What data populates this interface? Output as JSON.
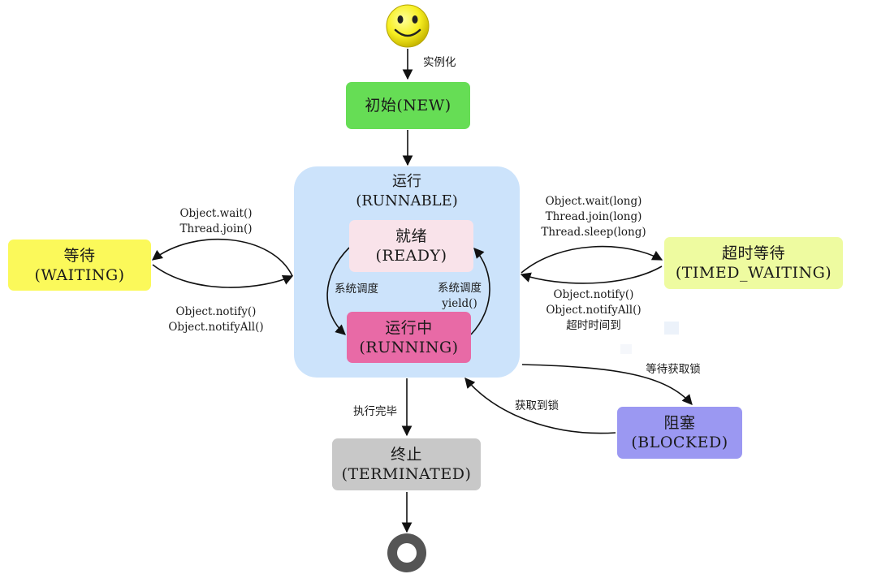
{
  "states": {
    "new": {
      "cn": "初始",
      "en": "(NEW)",
      "color": "#66dd55"
    },
    "runnable": {
      "cn": "运行",
      "en": "(RUNNABLE)",
      "color": "#cce3fb"
    },
    "ready": {
      "cn": "就绪",
      "en": "(READY)",
      "color": "#f9e3ea"
    },
    "running": {
      "cn": "运行中",
      "en": "(RUNNING)",
      "color": "#e86aa6"
    },
    "waiting": {
      "cn": "等待",
      "en": "(WAITING)",
      "color": "#fbf95a"
    },
    "timed_waiting": {
      "cn": "超时等待",
      "en": "(TIMED_WAITING)",
      "color": "#eefba0"
    },
    "blocked": {
      "cn": "阻塞",
      "en": "(BLOCKED)",
      "color": "#9b98f2"
    },
    "terminated": {
      "cn": "终止",
      "en": "(TERMINATED)",
      "color": "#c8c8c8"
    }
  },
  "edges": {
    "instantiate": "实例化",
    "to_waiting": [
      "Object.wait()",
      "Thread.join()"
    ],
    "from_waiting": [
      "Object.notify()",
      "Object.notifyAll()"
    ],
    "to_timed_waiting": [
      "Object.wait(long)",
      "Thread.join(long)",
      "Thread.sleep(long)"
    ],
    "from_timed_waiting": [
      "Object.notify()",
      "Object.notifyAll()",
      "超时时间到"
    ],
    "ready_to_running": "系统调度",
    "running_to_ready": [
      "系统调度",
      "yield()"
    ],
    "wait_lock": "等待获取锁",
    "get_lock": "获取到锁",
    "finish": "执行完毕"
  },
  "icons": {
    "start": "smiley-face-icon",
    "end": "end-ring-icon"
  }
}
